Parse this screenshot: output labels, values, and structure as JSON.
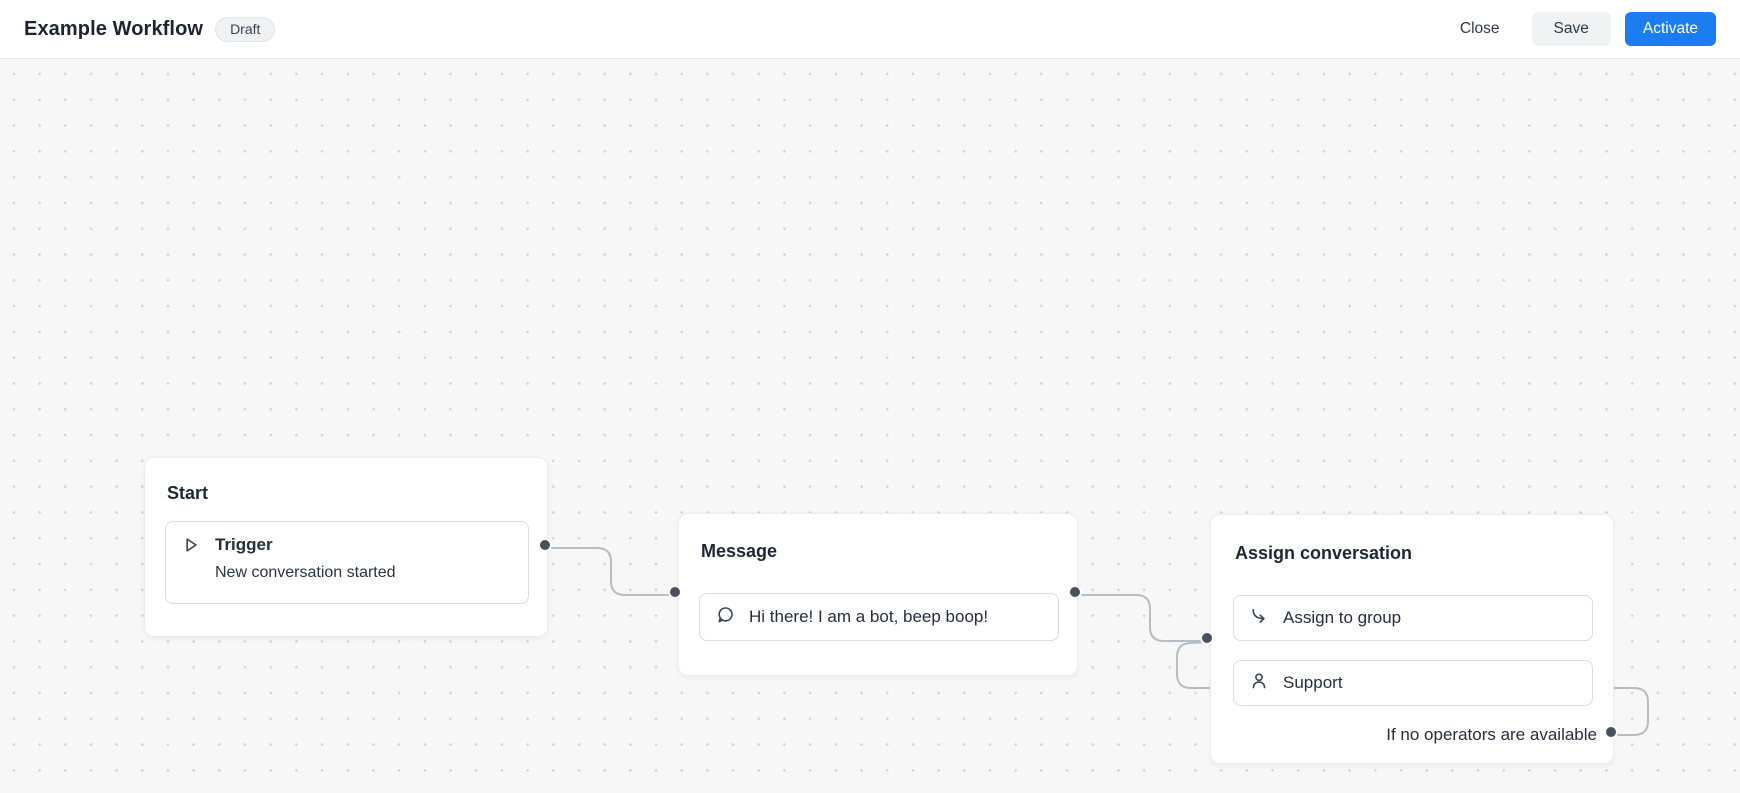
{
  "header": {
    "title": "Example Workflow",
    "status_badge": "Draft",
    "close_label": "Close",
    "save_label": "Save",
    "activate_label": "Activate"
  },
  "colors": {
    "accent_blue": "#1b7df0",
    "edge_gray": "#b7bcc4",
    "connector_ring": "#49515f",
    "canvas_bg": "#f7f7f8",
    "heading_text": "#1e2736"
  },
  "nodes": [
    {
      "id": "start",
      "title": "Start",
      "items": [
        {
          "icon": "play-icon",
          "label": "Trigger",
          "sublabel": "New conversation started"
        }
      ]
    },
    {
      "id": "message",
      "title": "Message",
      "items": [
        {
          "icon": "chat-bubble-icon",
          "label": "Hi there! I am a bot, beep boop!"
        }
      ]
    },
    {
      "id": "assign",
      "title": "Assign conversation",
      "items": [
        {
          "icon": "assign-arrow-icon",
          "label": "Assign to group"
        },
        {
          "icon": "person-icon",
          "label": "Support"
        }
      ],
      "footer_label": "If no operators are available"
    }
  ]
}
